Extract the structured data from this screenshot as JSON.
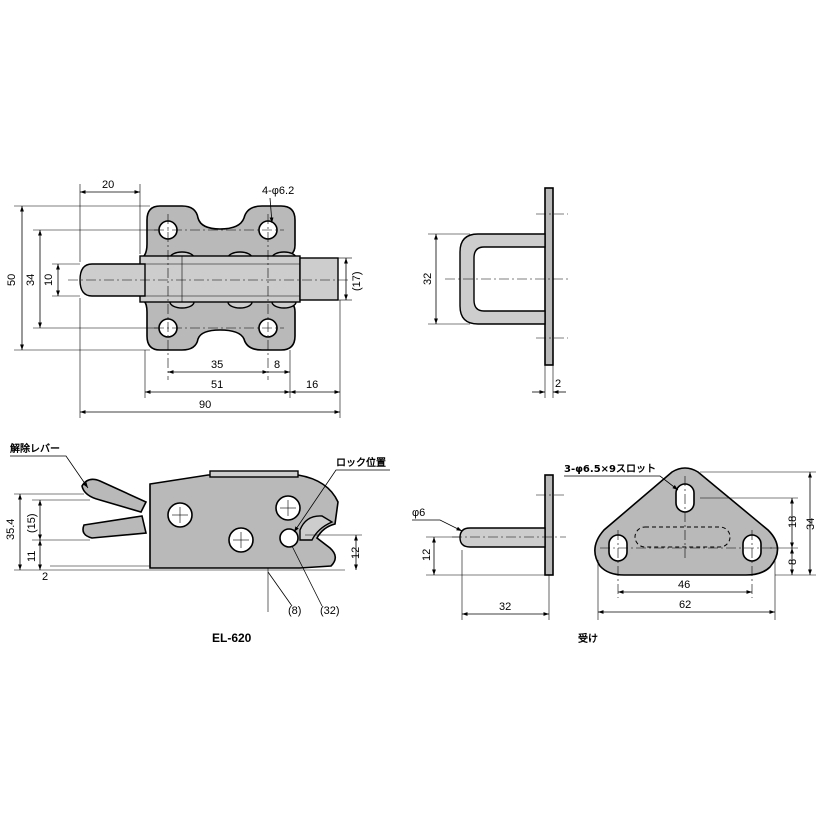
{
  "drawing": {
    "model": "EL-620",
    "receiver_caption": "受け",
    "top_view": {
      "dim_20": "20",
      "hole_spec": "4-φ6.2",
      "dim_50": "50",
      "dim_34": "34",
      "dim_10": "10",
      "dim_17": "(17)",
      "dim_35": "35",
      "dim_8": "8",
      "dim_51": "51",
      "dim_16": "16",
      "dim_90": "90"
    },
    "side_view": {
      "dim_32": "32",
      "dim_2": "2"
    },
    "front_view": {
      "release_lever": "解除レバー",
      "lock_position": "ロック位置",
      "dim_35_4": "35.4",
      "dim_15": "(15)",
      "dim_11": "11",
      "dim_2": "2",
      "dim_12": "12",
      "dim_8": "(8)",
      "dim_32": "(32)"
    },
    "receiver_side": {
      "dim_phi6": "φ6",
      "dim_12": "12",
      "dim_32": "32"
    },
    "receiver_front": {
      "slot_spec": "3-φ6.5×9スロット",
      "dim_18": "18",
      "dim_34": "34",
      "dim_8": "8",
      "dim_46": "46",
      "dim_62": "62"
    }
  },
  "colors": {
    "line": "#000000",
    "part_fill": "#b9b9b9",
    "background": "#ffffff"
  }
}
